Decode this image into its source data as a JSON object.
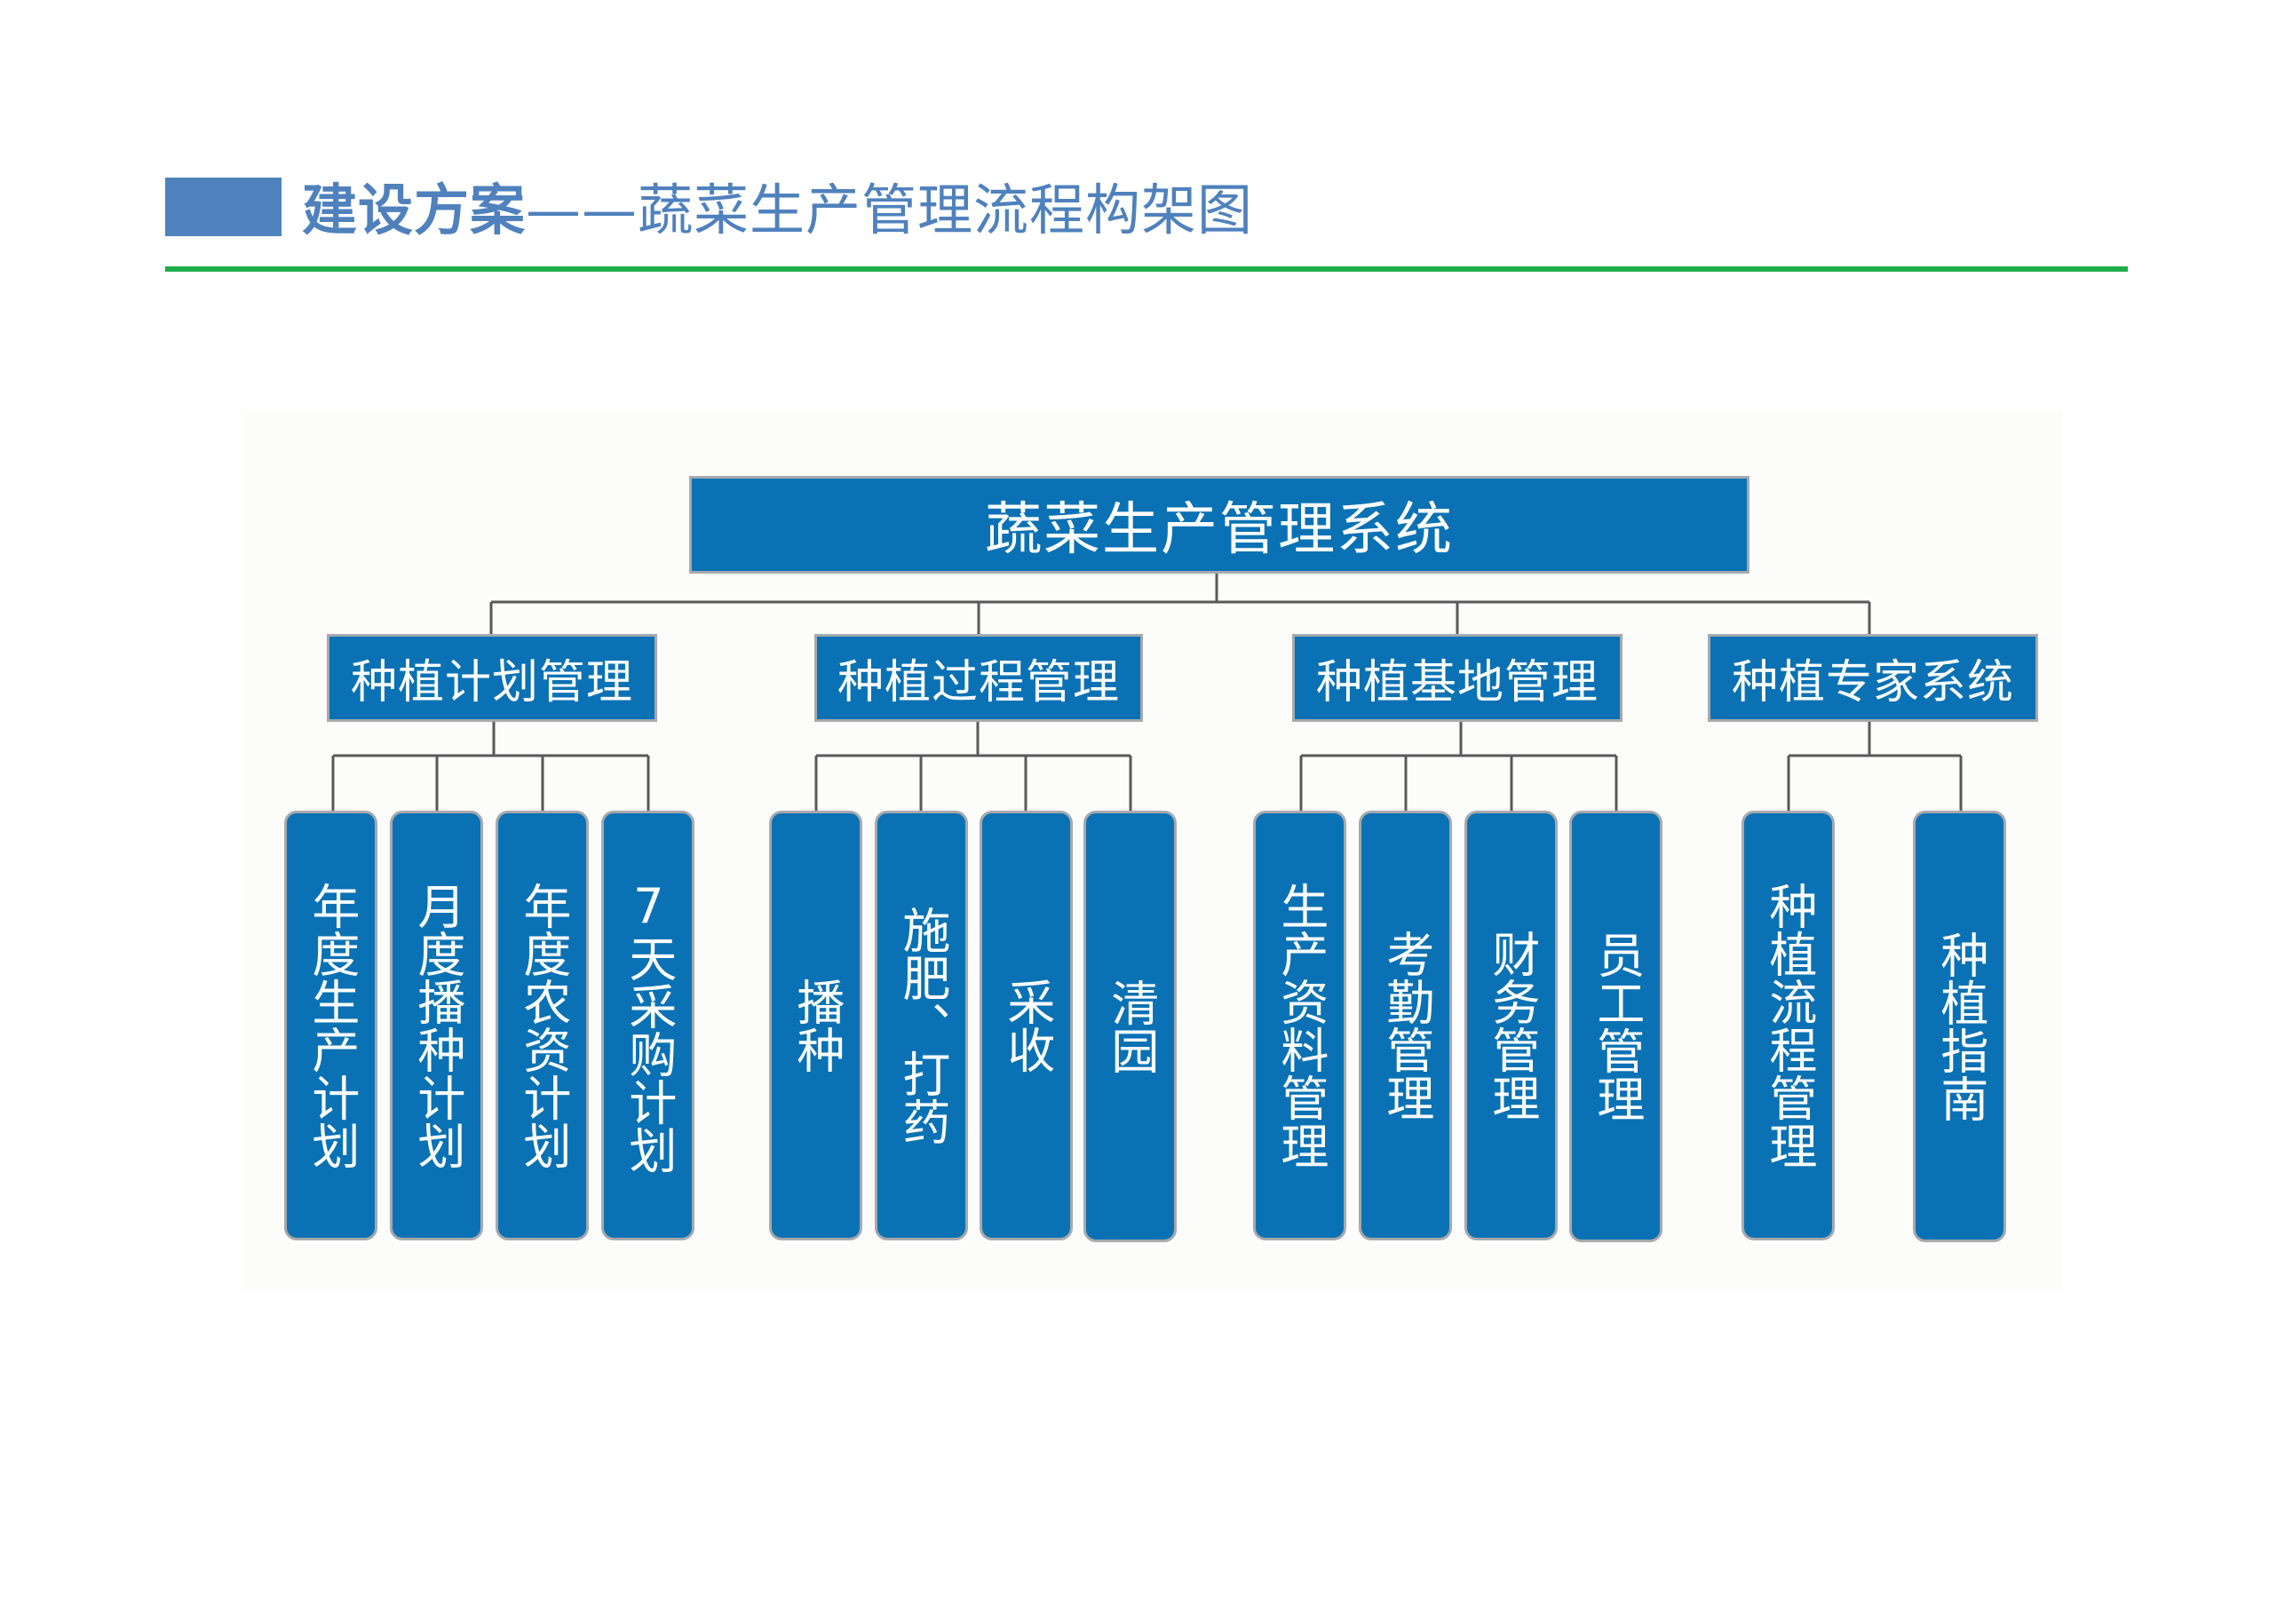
{
  "header": {
    "title_main": "建设方案",
    "title_sub": "——蔬菜生产管理流程构架图"
  },
  "diagram": {
    "root": "蔬菜生产管理系统",
    "groups": [
      {
        "label": "种植计划管理",
        "children": [
          "年度生产计划",
          "月度播种计划",
          "年度农资计划",
          "7天采购计划"
        ]
      },
      {
        "label": "种植过程管理",
        "children": [
          "播种",
          "施肥、打药",
          "采收",
          "清园"
        ]
      },
      {
        "label": "种植基地管理",
        "children": [
          "生产资料管理",
          "考勤管理",
          "财务管理",
          "员工管理"
        ]
      },
      {
        "label": "种植专家系统",
        "children": [
          "种植流程管理",
          "种植指南"
        ]
      }
    ]
  },
  "colors": {
    "box_fill": "#0a72b4",
    "box_border": "#a7a9ac",
    "connector": "#595959",
    "title_accent": "#4f81bd",
    "rule": "#1fad4a"
  }
}
